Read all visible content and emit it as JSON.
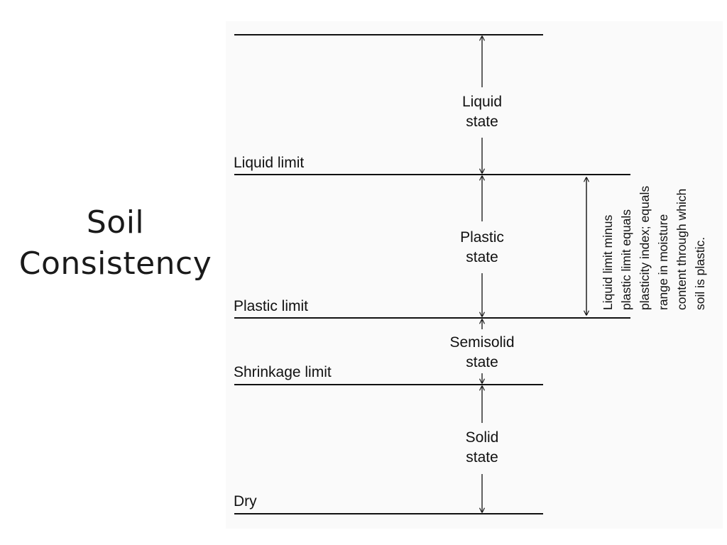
{
  "slide": {
    "title_line1": "Soil",
    "title_line2": "Consistency"
  },
  "diagram": {
    "limits": {
      "liquid": "Liquid limit",
      "plastic": "Plastic limit",
      "shrinkage": "Shrinkage limit",
      "dry": "Dry"
    },
    "states": {
      "liquid": [
        "Liquid",
        "state"
      ],
      "plastic": [
        "Plastic",
        "state"
      ],
      "semisolid": [
        "Semisolid",
        "state"
      ],
      "solid": [
        "Solid",
        "state"
      ]
    },
    "plasticity_note": [
      "Liquid limit minus",
      "plastic limit equals",
      "plasticity index; equals",
      "range in moisture",
      "content through which",
      "soil is plastic."
    ]
  },
  "colors": {
    "ink": "#111111",
    "panel": "#fafafa"
  }
}
